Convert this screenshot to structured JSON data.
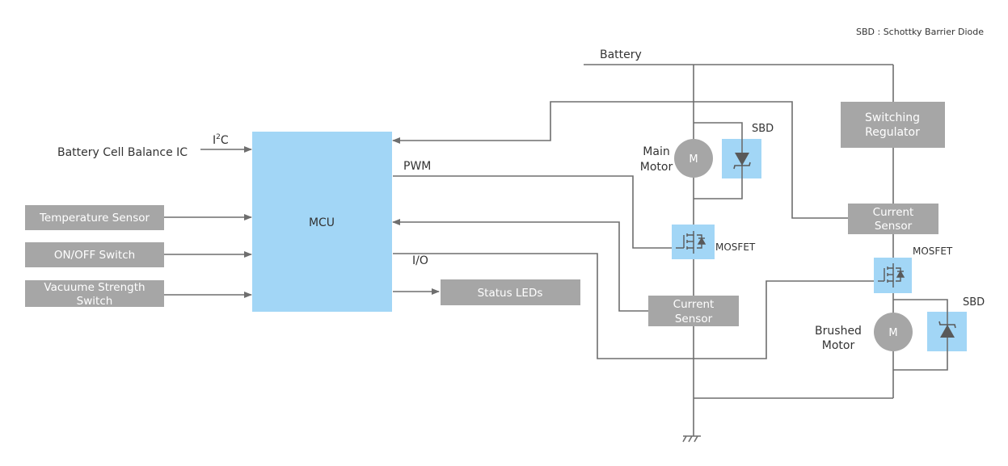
{
  "note": "SBD : Schottky Barrier Diode",
  "labels": {
    "battery": "Battery",
    "battery_cell_balance_ic": "Battery Cell Balance IC",
    "i2c_main": "I",
    "i2c_sup": "2",
    "i2c_tail": "C",
    "pwm": "PWM",
    "io": "I/O",
    "main_motor_line1": "Main",
    "main_motor_line2": "Motor",
    "brushed_motor_line1": "Brushed",
    "brushed_motor_line2": "Motor",
    "motor_symbol": "M",
    "sbd": "SBD",
    "mosfet": "MOSFET"
  },
  "blocks": {
    "mcu": "MCU",
    "temperature_sensor": "Temperature Sensor",
    "onoff_switch": "ON/OFF Switch",
    "vacuum_line1": "Vacuume Strength",
    "vacuum_line2": "Switch",
    "status_leds": "Status LEDs",
    "switching_regulator_line1": "Switching",
    "switching_regulator_line2": "Regulator",
    "current_sensor_line1": "Current",
    "current_sensor_line2": "Sensor"
  },
  "colors": {
    "mcu_fill": "#a2d6f6",
    "component_highlight": "#a2d6f6",
    "block_fill": "#a6a6a6",
    "wire": "#6e6e6e"
  }
}
